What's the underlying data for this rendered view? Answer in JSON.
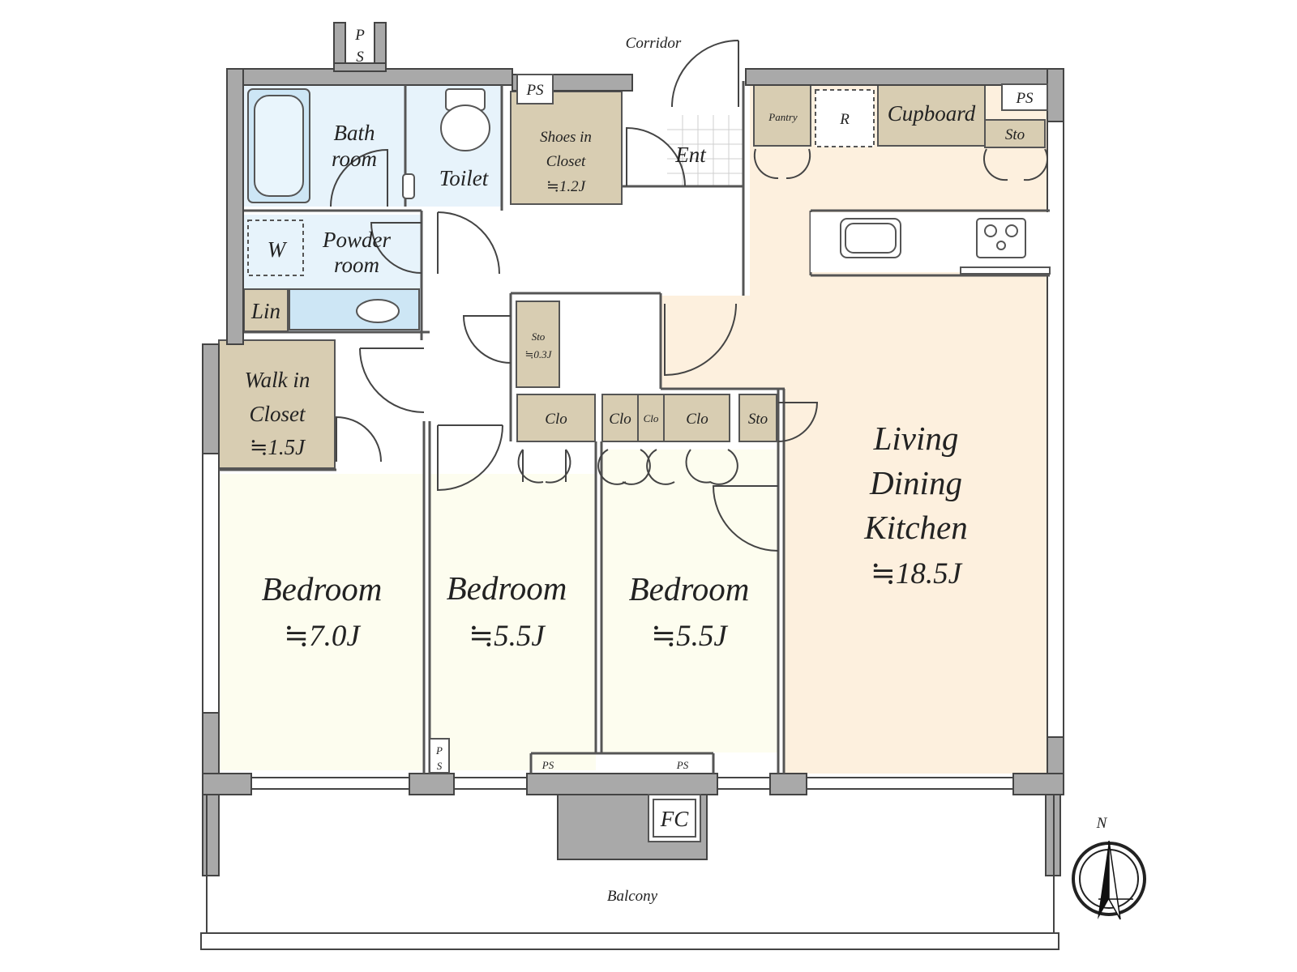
{
  "rooms": {
    "bedroom_west": {
      "name": "Bedroom",
      "area": "≒7.0J"
    },
    "bedroom_middle": {
      "name": "Bedroom",
      "area": "≒5.5J"
    },
    "bedroom_east": {
      "name": "Bedroom",
      "area": "≒5.5J"
    },
    "ldk": {
      "line1": "Living",
      "line2": "Dining",
      "line3": "Kitchen",
      "area": "≒18.5J"
    },
    "walk_in_closet": {
      "line1": "Walk in",
      "line2": "Closet",
      "area": "≒1.5J"
    },
    "shoes_closet": {
      "line1": "Shoes in",
      "line2": "Closet",
      "area": "≒1.2J"
    },
    "bathroom": {
      "line1": "Bath",
      "line2": "room"
    },
    "toilet": {
      "name": "Toilet"
    },
    "powder_room": {
      "line1": "Powder",
      "line2": "room"
    },
    "entrance": {
      "name": "Ent"
    },
    "balcony": {
      "name": "Balcony"
    },
    "corridor": {
      "name": "Corridor"
    }
  },
  "fixtures": {
    "washer": "W",
    "linen": "Lin",
    "pantry": "Pantry",
    "refrigerator": "R",
    "cupboard": "Cupboard",
    "storage": "Sto",
    "storage_hall": {
      "label": "Sto",
      "area": "≒0.3J"
    },
    "closet": "Clo",
    "pipe_space": "PS",
    "pipe_space_p": "P",
    "pipe_space_s": "S",
    "fc": "FC"
  },
  "compass": {
    "north": "N"
  },
  "colors": {
    "wall": "#a9a9a9",
    "bedroom": "#fdfdef",
    "ldk": "#fdf0de",
    "storage": "#d8cdb2",
    "wet_area": "#e7f3fb",
    "fixture_blue": "#cde6f5"
  }
}
